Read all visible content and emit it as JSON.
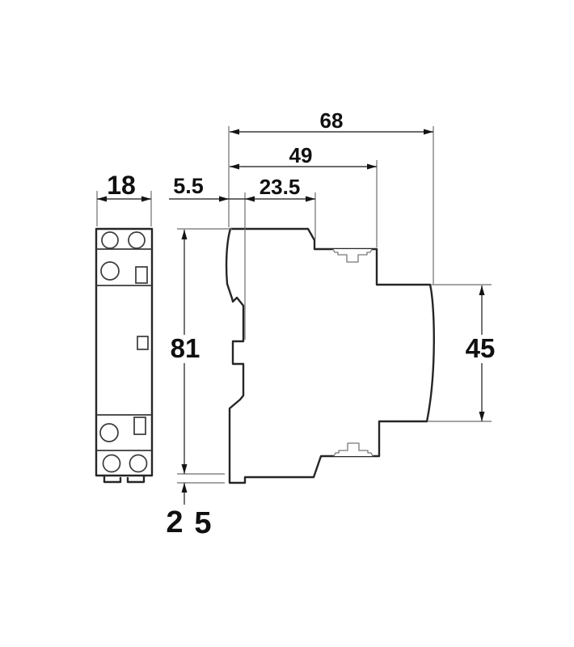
{
  "drawing": {
    "type": "technical-dimension-drawing",
    "subject": "DIN-rail modular device (contactor) - front view and side profile with dimensions",
    "units": "mm",
    "front_view": {
      "width": "18"
    },
    "side_view": {
      "overall_depth": "68",
      "depth_to_front_step": "49",
      "upper_body_depth": "23.5",
      "rear_offset": "5.5",
      "overall_height": "81",
      "front_face_height": "45",
      "bottom_dim_left": "2",
      "bottom_dim_right": "5"
    },
    "colors": {
      "outline": "#262626",
      "thin_line": "#6e6e6e",
      "text": "#101010",
      "background": "#ffffff"
    }
  }
}
